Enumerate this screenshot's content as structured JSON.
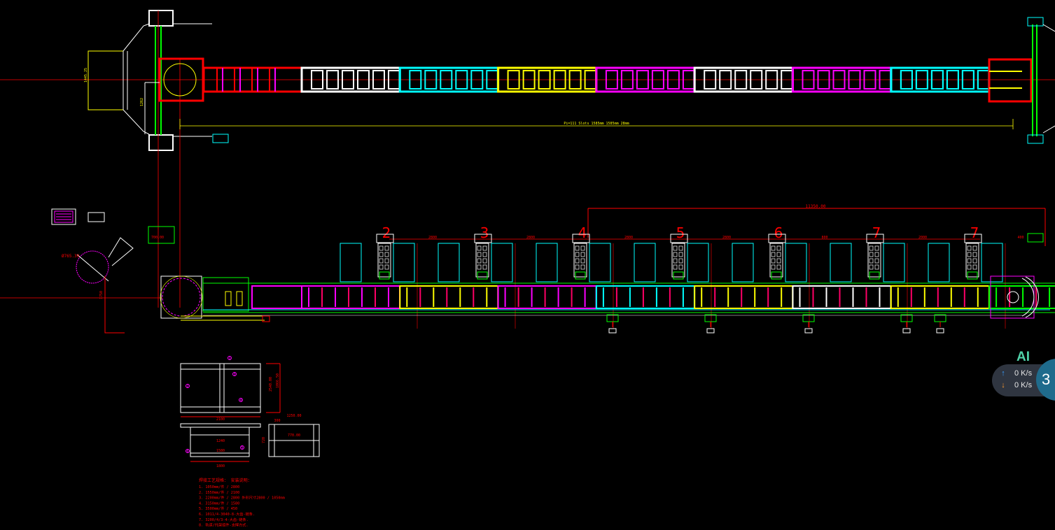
{
  "drawing": {
    "top_view": {
      "left_dim_vertical": "1445.25",
      "left_dim_short": "1262",
      "overall_dim": "Pi=111 Slots 1585mm 1585mm 28mm",
      "segment_colors": [
        "#ff0000",
        "#ffffff",
        "#00ffff",
        "#ffff00",
        "#ff00ff",
        "#ffffff",
        "#ff00ff",
        "#00ffff"
      ]
    },
    "side_view": {
      "total_span": "11350.00",
      "station_numbers": [
        "2",
        "3",
        "4",
        "5",
        "6",
        "7",
        "7"
      ],
      "pitch_labels": [
        "2800",
        "2800",
        "2800",
        "2800",
        "800",
        "2000",
        "400"
      ],
      "wheel_dim": "Ø765.39",
      "side_label": "1750",
      "pulley_dim": "700.00"
    },
    "detail_view": {
      "top_width": "2100",
      "height_dim": "2540.00",
      "height_dim2": "1066.50",
      "width_front": "1580",
      "width_inner": "1240",
      "width_outer": "1800",
      "side_width": "1250.00",
      "side_inner": "770.00",
      "side_left": "300",
      "side_h": "720",
      "callouts": [
        "1",
        "2",
        "3",
        "4",
        "5",
        "6"
      ]
    },
    "notes": {
      "title": "焊接工艺规格：  安装说明：",
      "lines": [
        "1. 1050mm/件 / 2800",
        "2. 1550mm/件 / 2100",
        "3. 2200mm/件 / 2800          外形尺寸2800 / 1050mm",
        "4. 3150mm/件 / 1580",
        "5. 3500mm/件 / 450",
        "6. 1011/4-3040-8-大齿-链条.",
        "7. 3200/4/3-4-大齿-链条.",
        "8. 轨道/托架组件-支撑方式."
      ]
    },
    "colors": {
      "red": "#ff0000",
      "green": "#00ff00",
      "cyan": "#00ffff",
      "yellow": "#ffff00",
      "magenta": "#ff00ff",
      "white": "#ffffff"
    }
  },
  "overlay": {
    "ai_label": "AI",
    "upload": "0 K/s",
    "download": "0 K/s",
    "badge": "3",
    "up_icon": "arrow-up-icon",
    "down_icon": "arrow-down-icon"
  }
}
